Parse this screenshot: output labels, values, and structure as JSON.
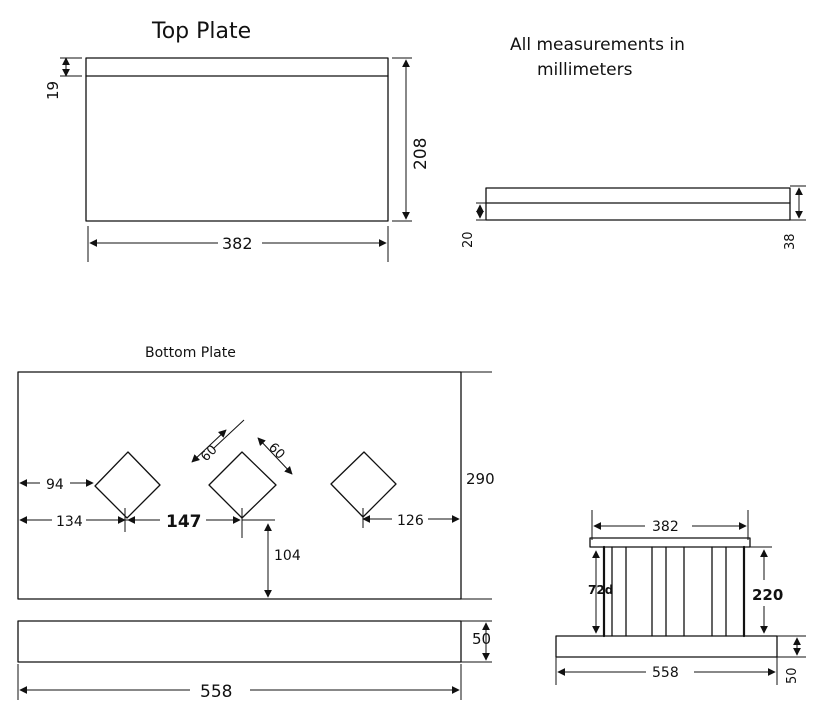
{
  "top_plate": {
    "title": "Top Plate",
    "dim_width": "382",
    "dim_height": "208",
    "dim_strip": "19"
  },
  "note": {
    "line1": "All measurements in",
    "line2": "millimeters"
  },
  "side_view": {
    "dim_left": "20",
    "dim_right": "38"
  },
  "bottom_plate": {
    "title": "Bottom Plate",
    "dim_height": "290",
    "dim_left_to_square": "94",
    "dim_left_to_center": "134",
    "dim_between": "147",
    "dim_square_side_a": "60",
    "dim_square_side_b": "60",
    "dim_vertical": "104",
    "dim_right": "126"
  },
  "bottom_edge": {
    "dim_width": "558",
    "dim_thickness": "50"
  },
  "assembly": {
    "dim_top": "382",
    "dim_inner_height": "72d",
    "dim_height": "220",
    "dim_base": "558",
    "dim_base_thickness": "50"
  }
}
